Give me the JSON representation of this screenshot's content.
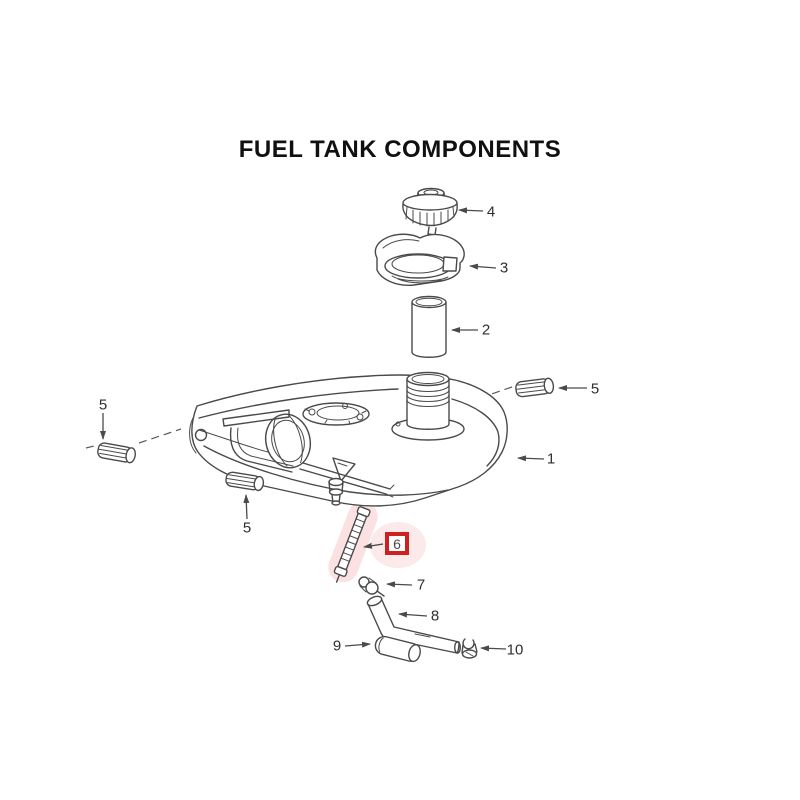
{
  "title": "FUEL TANK COMPONENTS",
  "colors": {
    "background": "#ffffff",
    "line": "#4a4a4a",
    "highlight_box_red": "#cf2020",
    "highlight_glow_pink": "#f7c8c8"
  },
  "callouts": [
    {
      "label": "1",
      "part": "fuel-tank"
    },
    {
      "label": "2",
      "part": "filler-tube"
    },
    {
      "label": "3",
      "part": "filler-neck-bezel"
    },
    {
      "label": "4",
      "part": "fuel-cap"
    },
    {
      "label": "5",
      "part": "mount-bushing-upper-right"
    },
    {
      "label": "5",
      "part": "mount-bushing-left"
    },
    {
      "label": "5",
      "part": "mount-bushing-lower"
    },
    {
      "label": "6",
      "part": "fuel-filter",
      "highlighted": true
    },
    {
      "label": "7",
      "part": "outlet-fitting"
    },
    {
      "label": "8",
      "part": "elbow-hose"
    },
    {
      "label": "9",
      "part": "fuel-hose"
    },
    {
      "label": "10",
      "part": "hose-clamp"
    }
  ]
}
